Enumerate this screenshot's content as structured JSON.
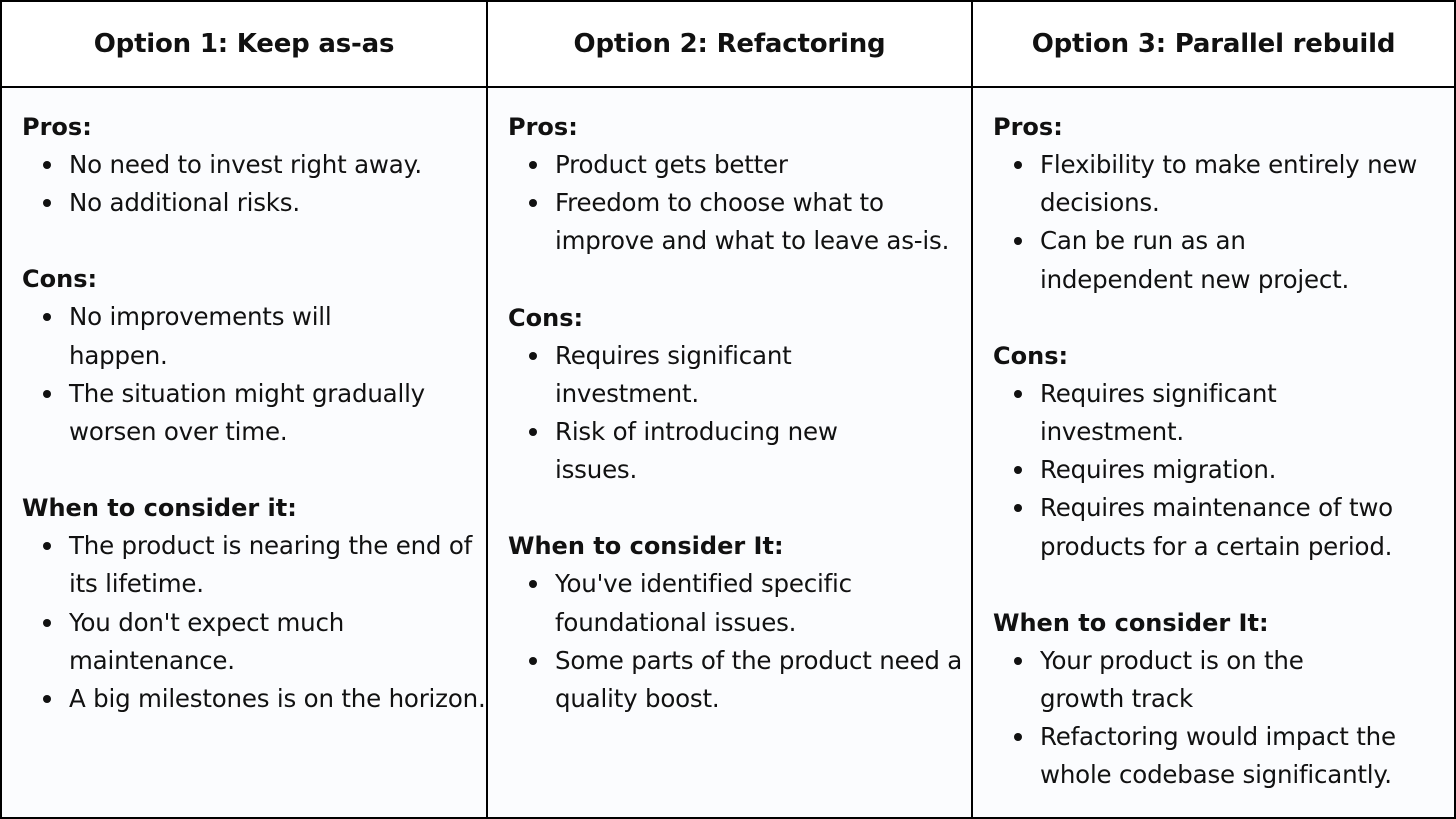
{
  "columns": [
    {
      "title": "Option 1: Keep as-as",
      "sections": [
        {
          "heading": "Pros:",
          "items": [
            "No need to invest right away.",
            "No additional risks."
          ]
        },
        {
          "heading": "Cons:",
          "items": [
            "No improvements will happen.",
            "The situation might gradually worsen over time."
          ]
        },
        {
          "heading": "When to consider it:",
          "items": [
            "The product is nearing the end of its lifetime.",
            "You don't expect much maintenance.",
            "A big milestones is on the horizon."
          ]
        }
      ]
    },
    {
      "title": "Option 2: Refactoring",
      "sections": [
        {
          "heading": "Pros:",
          "items": [
            "Product gets better",
            "Freedom to choose what to improve and what to leave as-is."
          ]
        },
        {
          "heading": "Cons:",
          "items": [
            "Requires significant investment.",
            "Risk of introducing new issues."
          ]
        },
        {
          "heading": "When to consider It:",
          "items": [
            "You've identified specific foundational issues.",
            "Some parts of the product need a quality boost."
          ]
        }
      ]
    },
    {
      "title": "Option 3: Parallel rebuild",
      "sections": [
        {
          "heading": "Pros:",
          "items": [
            "Flexibility to make entirely new decisions.",
            "Can be run as an independent new project."
          ]
        },
        {
          "heading": "Cons:",
          "items": [
            "Requires significant investment.",
            "Requires migration.",
            "Requires maintenance of two products for a certain period."
          ]
        },
        {
          "heading": "When to consider It:",
          "items": [
            "Your product is on the growth track",
            "Refactoring would impact the whole codebase significantly."
          ]
        }
      ]
    }
  ]
}
